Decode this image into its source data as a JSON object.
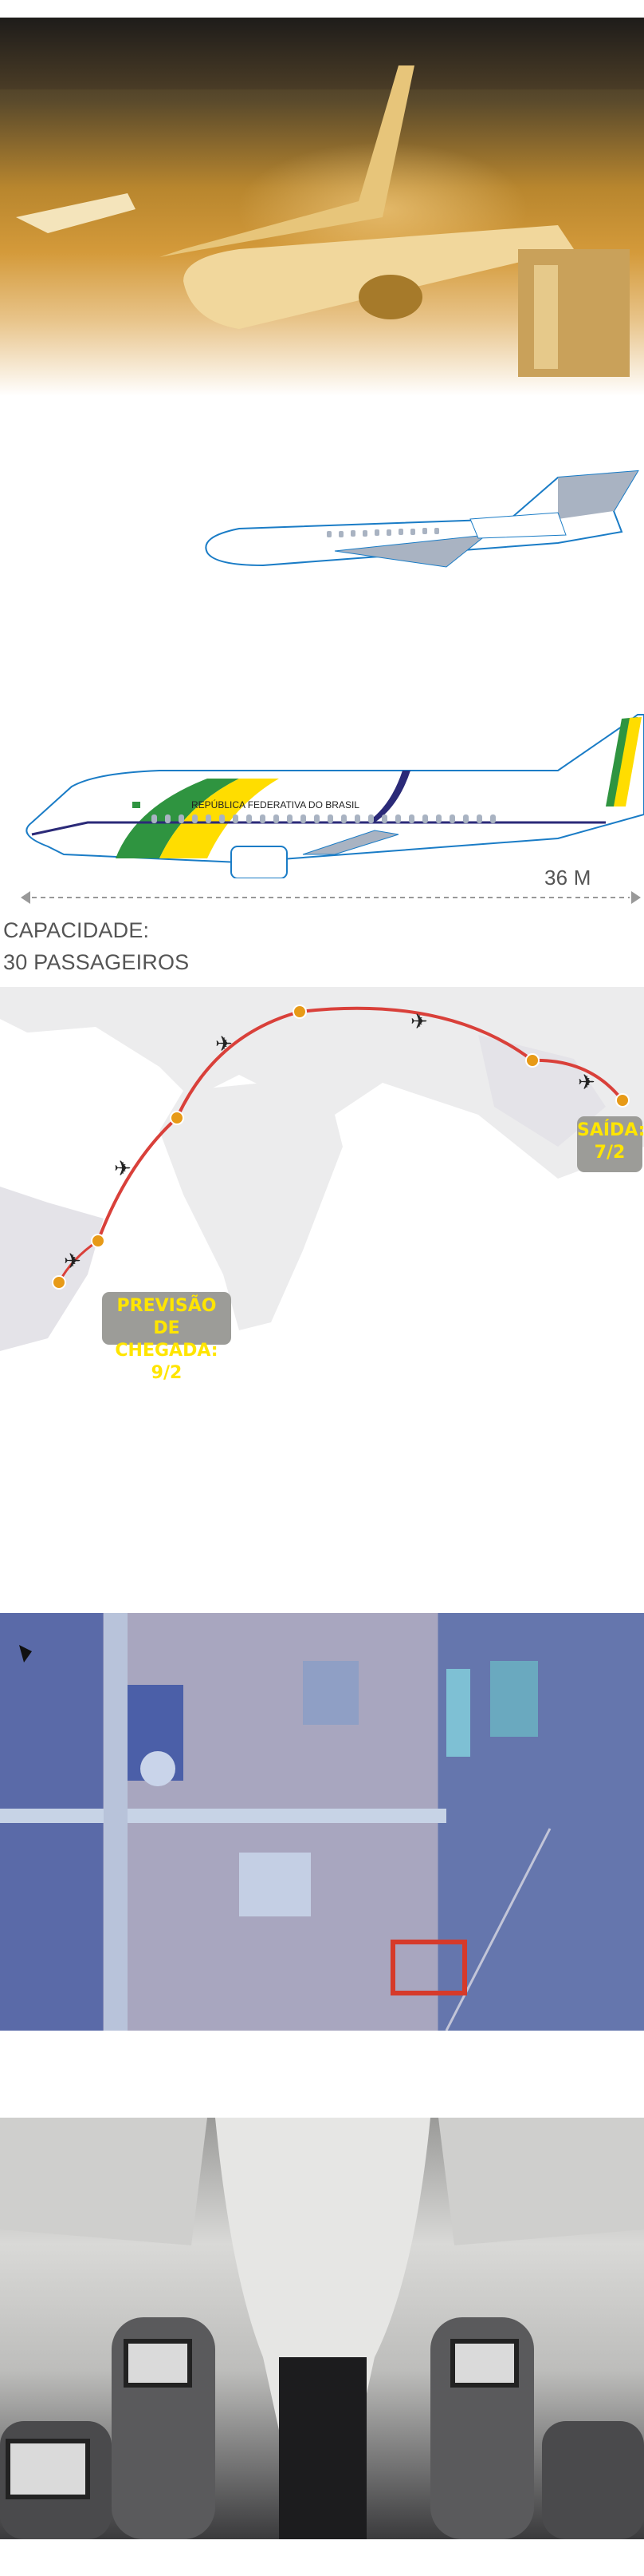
{
  "aircraft": {
    "livery_text": "REPÚBLICA FEDERATIVA DO BRASIL",
    "length_label": "36 M",
    "capacity_label": "CAPACIDADE:",
    "capacity_value": "30 PASSAGEIROS"
  },
  "route_map": {
    "departure_label": "SAÍDA:",
    "departure_date": "7/2",
    "arrival_label": "PREVISÃO DE",
    "arrival_date": "CHEGADA: 9/2",
    "route_color": "#d9403a",
    "stop_color": "#e79a17",
    "tag_text_color": "#ffe500"
  },
  "satellite": {
    "highlight_color": "#d63a2a"
  }
}
